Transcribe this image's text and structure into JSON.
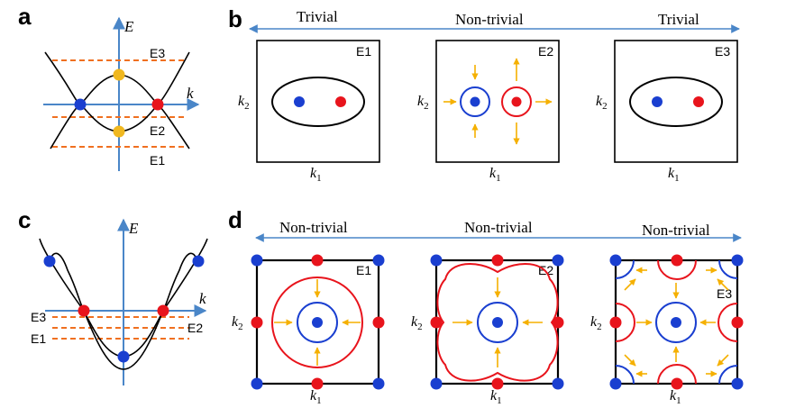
{
  "panel_letters": {
    "a": "a",
    "b": "b",
    "c": "c",
    "d": "d"
  },
  "axes": {
    "energy": "E",
    "momentum": "k",
    "k1": "k",
    "k1_sub": "1",
    "k2": "k",
    "k2_sub": "2"
  },
  "panel_a": {
    "levels": [
      "E3",
      "E2",
      "E1"
    ]
  },
  "panel_b": {
    "arrow_labels": [
      "Trivial",
      "Non-trivial",
      "Trivial"
    ],
    "boxes": [
      "E1",
      "E2",
      "E3"
    ]
  },
  "panel_c": {
    "levels": [
      "E3",
      "E2",
      "E1"
    ]
  },
  "panel_d": {
    "arrow_labels": [
      "Non-trivial",
      "Non-trivial",
      "Non-trivial"
    ],
    "boxes": [
      "E1",
      "E2",
      "E3"
    ]
  },
  "colors": {
    "axis_blue": "#4a86c8",
    "level_orange": "#f07020",
    "node_blue": "#1a3fd0",
    "node_red": "#e8141c",
    "node_yellow": "#f0b820",
    "flow_arrow": "#f5b000",
    "ring_red": "#e8141c",
    "ring_blue": "#1a3fd0"
  }
}
